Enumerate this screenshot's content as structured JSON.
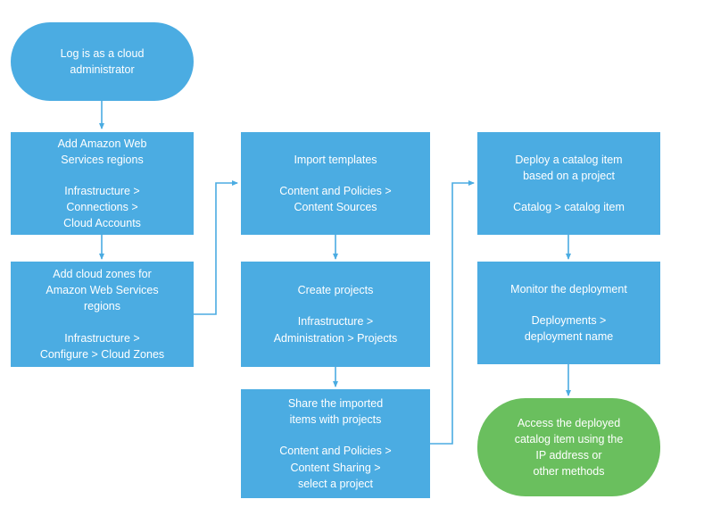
{
  "diagram": {
    "colors": {
      "node_fill": "#4bace2",
      "end_node_fill": "#6abf5e",
      "text": "#ffffff",
      "connector": "#4bace2"
    },
    "nodes": {
      "login": {
        "title": "Log is as a cloud\nadministrator"
      },
      "add_regions": {
        "title": "Add Amazon Web\nServices regions",
        "path": "Infrastructure >\nConnections >\nCloud Accounts"
      },
      "add_cloud_zones": {
        "title": "Add cloud zones for\nAmazon Web Services\nregions",
        "path": "Infrastructure >\nConfigure > Cloud Zones"
      },
      "import_templates": {
        "title": "Import templates",
        "path": "Content and Policies >\nContent Sources"
      },
      "create_projects": {
        "title": "Create projects",
        "path": "Infrastructure >\nAdministration > Projects"
      },
      "share_items": {
        "title": "Share the imported\nitems with projects",
        "path": "Content and Policies >\nContent Sharing >\nselect a project"
      },
      "deploy_catalog_item": {
        "title": "Deploy a catalog item\nbased on a project",
        "path": "Catalog > catalog item"
      },
      "monitor_deployment": {
        "title": "Monitor the deployment",
        "path": "Deployments >\ndeployment name"
      },
      "access_deployed_item": {
        "title": "Access the deployed\ncatalog item using the\nIP address or\nother methods"
      }
    }
  }
}
